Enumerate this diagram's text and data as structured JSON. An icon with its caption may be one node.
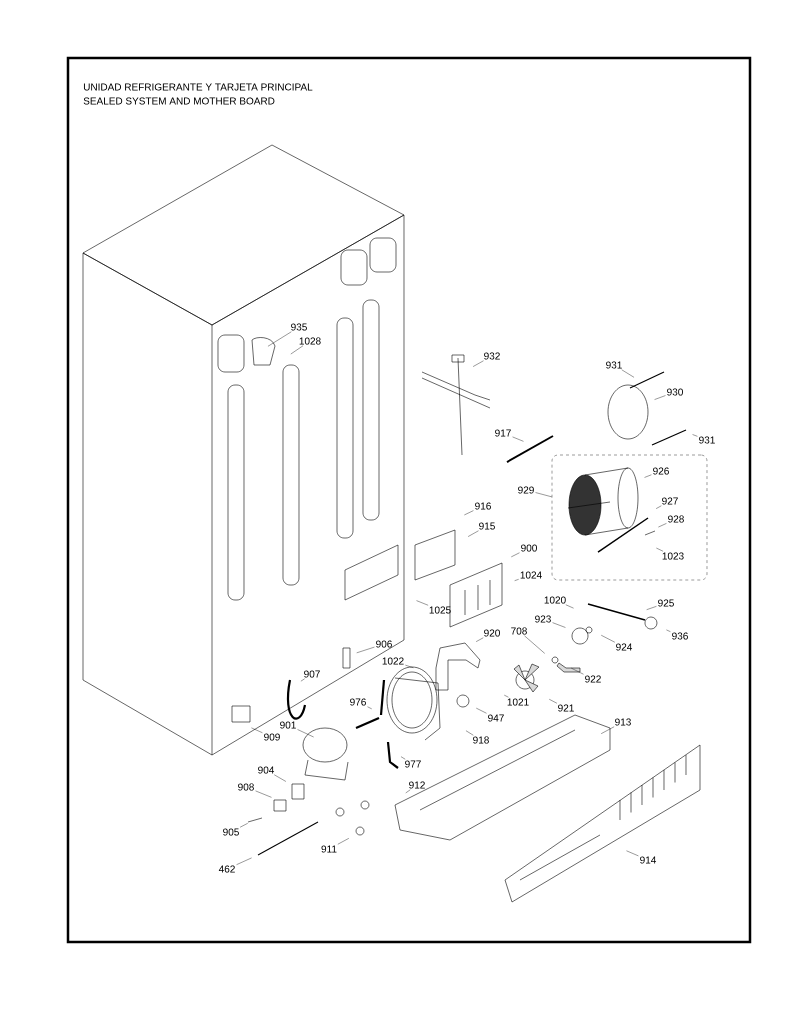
{
  "diagram": {
    "title": "UNIDAD REFRIGERANTE Y TARJETA PRINCIPAL",
    "labels": [
      "SEALED SYSTEM AND MOTHER BOARD"
    ],
    "nodes": [
      {
        "text": [
          "935"
        ]
      },
      {
        "text": [
          "1028"
        ]
      },
      {
        "text": [
          "932"
        ]
      },
      {
        "text": [
          "931"
        ]
      },
      {
        "text": [
          "930"
        ]
      },
      {
        "text": [
          "931"
        ]
      },
      {
        "text": [
          "917"
        ]
      },
      {
        "text": [],
        "shape": "box"
      },
      {
        "text": [
          "926"
        ],
        "in": 7
      },
      {
        "text": [
          "929"
        ]
      },
      {
        "text": [
          "927"
        ],
        "in": 7
      },
      {
        "text": [
          "916"
        ]
      },
      {
        "text": [
          "928"
        ],
        "in": 7
      },
      {
        "text": [
          "915"
        ]
      },
      {
        "text": [
          "900"
        ]
      },
      {
        "text": [
          "1023"
        ],
        "in": 7
      },
      {
        "text": [
          "1024"
        ]
      },
      {
        "text": [
          "1020"
        ]
      },
      {
        "text": [
          "925"
        ]
      },
      {
        "text": [
          "1025"
        ]
      },
      {
        "text": [
          "923"
        ]
      },
      {
        "text": [
          "708"
        ]
      },
      {
        "text": [
          "920"
        ]
      },
      {
        "text": [
          "936"
        ]
      },
      {
        "text": [
          "924"
        ]
      },
      {
        "text": [
          "906"
        ]
      },
      {
        "text": [
          "1022"
        ]
      },
      {
        "text": [
          "907"
        ]
      },
      {
        "text": [
          "922"
        ]
      },
      {
        "text": [
          "921"
        ]
      },
      {
        "text": [
          "1021"
        ]
      },
      {
        "text": [
          "976"
        ]
      },
      {
        "text": [
          "947"
        ]
      },
      {
        "text": [
          "913"
        ]
      },
      {
        "text": [
          "901"
        ]
      },
      {
        "text": [
          "909"
        ]
      },
      {
        "text": [
          "918"
        ]
      },
      {
        "text": [
          "977"
        ]
      },
      {
        "text": [
          "904"
        ]
      },
      {
        "text": [
          "912"
        ]
      },
      {
        "text": [
          "908"
        ]
      },
      {
        "text": [
          "905"
        ]
      },
      {
        "text": [
          "911"
        ]
      },
      {
        "text": [
          "914"
        ]
      },
      {
        "text": [
          "462"
        ]
      }
    ],
    "edges": [
      {
        "from": 0,
        "to": null,
        "arrow": "none"
      },
      {
        "from": 1,
        "to": null,
        "arrow": "none"
      },
      {
        "from": 2,
        "to": null,
        "arrow": "none"
      },
      {
        "from": 3,
        "to": null,
        "arrow": "none"
      },
      {
        "from": 4,
        "to": null,
        "arrow": "none"
      },
      {
        "from": 5,
        "to": null,
        "arrow": "none"
      },
      {
        "from": 6,
        "to": null,
        "arrow": "none"
      },
      {
        "from": 8,
        "to": null,
        "arrow": "none"
      },
      {
        "from": 9,
        "to": 7,
        "arrow": "none"
      },
      {
        "from": 10,
        "to": null,
        "arrow": "none"
      },
      {
        "from": 11,
        "to": null,
        "arrow": "none"
      },
      {
        "from": 12,
        "to": null,
        "arrow": "none"
      },
      {
        "from": 13,
        "to": null,
        "arrow": "none"
      },
      {
        "from": 14,
        "to": null,
        "arrow": "none"
      },
      {
        "from": 15,
        "to": null,
        "arrow": "none"
      },
      {
        "from": 16,
        "to": null,
        "arrow": "none"
      },
      {
        "from": 17,
        "to": null,
        "arrow": "none"
      },
      {
        "from": 18,
        "to": null,
        "arrow": "none"
      },
      {
        "from": 19,
        "to": null,
        "arrow": "none"
      },
      {
        "from": 20,
        "to": null,
        "arrow": "none"
      },
      {
        "from": 21,
        "to": null,
        "arrow": "none"
      },
      {
        "from": 22,
        "to": null,
        "arrow": "none"
      },
      {
        "from": 23,
        "to": null,
        "arrow": "none"
      },
      {
        "from": 24,
        "to": null,
        "arrow": "none"
      },
      {
        "from": 25,
        "to": null,
        "arrow": "none"
      },
      {
        "from": 26,
        "to": null,
        "arrow": "none"
      },
      {
        "from": 27,
        "to": null,
        "arrow": "none"
      },
      {
        "from": 28,
        "to": null,
        "arrow": "none"
      },
      {
        "from": 29,
        "to": null,
        "arrow": "none"
      },
      {
        "from": 30,
        "to": null,
        "arrow": "none"
      },
      {
        "from": 31,
        "to": null,
        "arrow": "none"
      },
      {
        "from": 32,
        "to": null,
        "arrow": "none"
      },
      {
        "from": 33,
        "to": null,
        "arrow": "none"
      },
      {
        "from": 34,
        "to": null,
        "arrow": "none"
      },
      {
        "from": 35,
        "to": null,
        "arrow": "none"
      },
      {
        "from": 36,
        "to": null,
        "arrow": "none"
      },
      {
        "from": 37,
        "to": null,
        "arrow": "none"
      },
      {
        "from": 38,
        "to": null,
        "arrow": "none"
      },
      {
        "from": 39,
        "to": null,
        "arrow": "none"
      },
      {
        "from": 40,
        "to": null,
        "arrow": "none"
      },
      {
        "from": 41,
        "to": null,
        "arrow": "none"
      },
      {
        "from": 42,
        "to": null,
        "arrow": "none"
      },
      {
        "from": 43,
        "to": null,
        "arrow": "none"
      },
      {
        "from": 44,
        "to": null,
        "arrow": "none"
      }
    ]
  }
}
